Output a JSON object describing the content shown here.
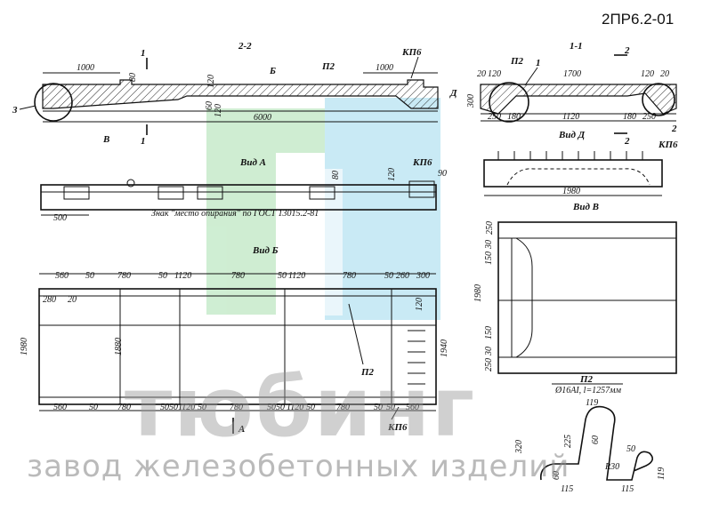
{
  "sheet": {
    "code": "2ПР6.2-01",
    "watermark": {
      "brand": "тюбинг",
      "subtitle": "завод железобетонных изделий"
    },
    "brand_colors": {
      "green": "#bfe8c4",
      "blue": "#b8e4f2"
    }
  },
  "section_2_2": {
    "title": "2-2",
    "labels": {
      "cut_1_top": "1",
      "cut_1_bottom": "1",
      "view_b": "Б",
      "view_v": "В",
      "view_d": "Д",
      "callout_3": "3",
      "p2": "П2",
      "kp6": "КП6"
    },
    "dims": {
      "left_1000": "1000",
      "right_1000": "1000",
      "d80": "80",
      "d120": "120",
      "d60": "60",
      "d120b": "120",
      "total": "6000"
    }
  },
  "section_1_1": {
    "title": "1-1",
    "labels": {
      "p2": "П2",
      "callout_1": "1",
      "cut_2_top": "2",
      "cut_2_bottom": "2",
      "callout_2": "2"
    },
    "dims": {
      "d20a": "20",
      "d120a": "120",
      "width": "1700",
      "d120b": "120",
      "d20b": "20",
      "height": "300",
      "d250a": "250",
      "d180a": "180",
      "d1120": "1120",
      "d180b": "180",
      "d250b": "250"
    }
  },
  "view_a": {
    "title": "Вид А",
    "labels": {
      "kp6": "КП6",
      "note": "Знак \"место опирания\" по ГОСТ 13015.2-81"
    },
    "dims": {
      "d80": "80",
      "d120": "120",
      "d90": "90",
      "d500": "500"
    }
  },
  "view_d": {
    "title": "Вид Д",
    "labels": {
      "kp6": "КП6"
    },
    "dims": {
      "width": "1980"
    }
  },
  "view_b": {
    "title": "Вид Б",
    "labels": {
      "p2": "П2",
      "kp6": "КП6",
      "view_a": "А"
    },
    "top_dims": [
      "560",
      "50",
      "780",
      "50",
      "1120",
      "780",
      "50",
      "1120",
      "780",
      "50",
      "260",
      "300"
    ],
    "bottom_dims": [
      "560",
      "50",
      "780",
      "50",
      "50",
      "1120",
      "50",
      "780",
      "50",
      "50",
      "1120",
      "50",
      "780",
      "50",
      "50",
      "560"
    ],
    "side_dims": {
      "d280": "280",
      "d20": "20",
      "d120": "120",
      "height_left": "1980",
      "inner": "1880",
      "height_right": "1940"
    }
  },
  "view_v": {
    "title": "Вид В",
    "dims": {
      "top_250": "250",
      "top_30": "30",
      "top_150": "150",
      "total": "1980",
      "bot_150": "150",
      "bot_30": "30",
      "bot_250": "250"
    }
  },
  "detail_p2": {
    "title": "П2",
    "spec": "Ø16АI, l=1257мм",
    "dims": {
      "d119a": "119",
      "d320": "320",
      "d225": "225",
      "d60": "60",
      "d50": "50",
      "r30": "R30",
      "d115a": "115",
      "d60b": "60",
      "d115b": "115",
      "d119b": "119"
    }
  }
}
